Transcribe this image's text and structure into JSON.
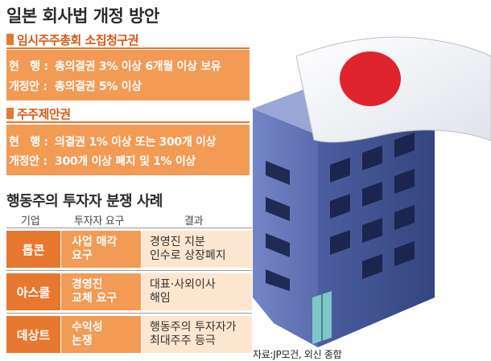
{
  "title": "일본 회사법 개정 방안",
  "section1": {
    "heading": "임시주주총회 소집청구권",
    "current_label": "현　행 :",
    "current_text": "총의결권 3% 이상 6개월 이상 보유",
    "revised_label": "개정안 :",
    "revised_text": "총의결권 5% 이상"
  },
  "section2": {
    "heading": "주주제안권",
    "current_label": "현　행 :",
    "current_text": "의결권 1% 이상 또는 300개 이상",
    "revised_label": "개정안 :",
    "revised_text": "300개 이상 폐지 및 1% 이상"
  },
  "cases": {
    "title": "행동주의 투자자 분쟁 사례",
    "headers": {
      "company": "기업",
      "request": "투자자 요구",
      "result": "결과"
    },
    "rows": [
      {
        "company": "톱콘",
        "request": [
          "사업 매각",
          "요구"
        ],
        "result": [
          "경영진 지분",
          "인수로 상장폐지"
        ]
      },
      {
        "company": "아스쿨",
        "request": [
          "경영진",
          "교체 요구"
        ],
        "result": [
          "대표·사외이사",
          "해임"
        ]
      },
      {
        "company": "데상트",
        "request": [
          "수익성",
          "논쟁"
        ],
        "result": [
          "행동주의 투자자가",
          "최대주주 등극"
        ]
      }
    ]
  },
  "source": "자료:JP모건, 외신 종합",
  "colors": {
    "accent": "#e8782f",
    "box": "#f39a55",
    "result_bg": "#fde6cf",
    "building": "#3f4f8e",
    "flag_red": "#e0242f"
  },
  "icons": {
    "illustration": "building-with-japan-flag"
  }
}
